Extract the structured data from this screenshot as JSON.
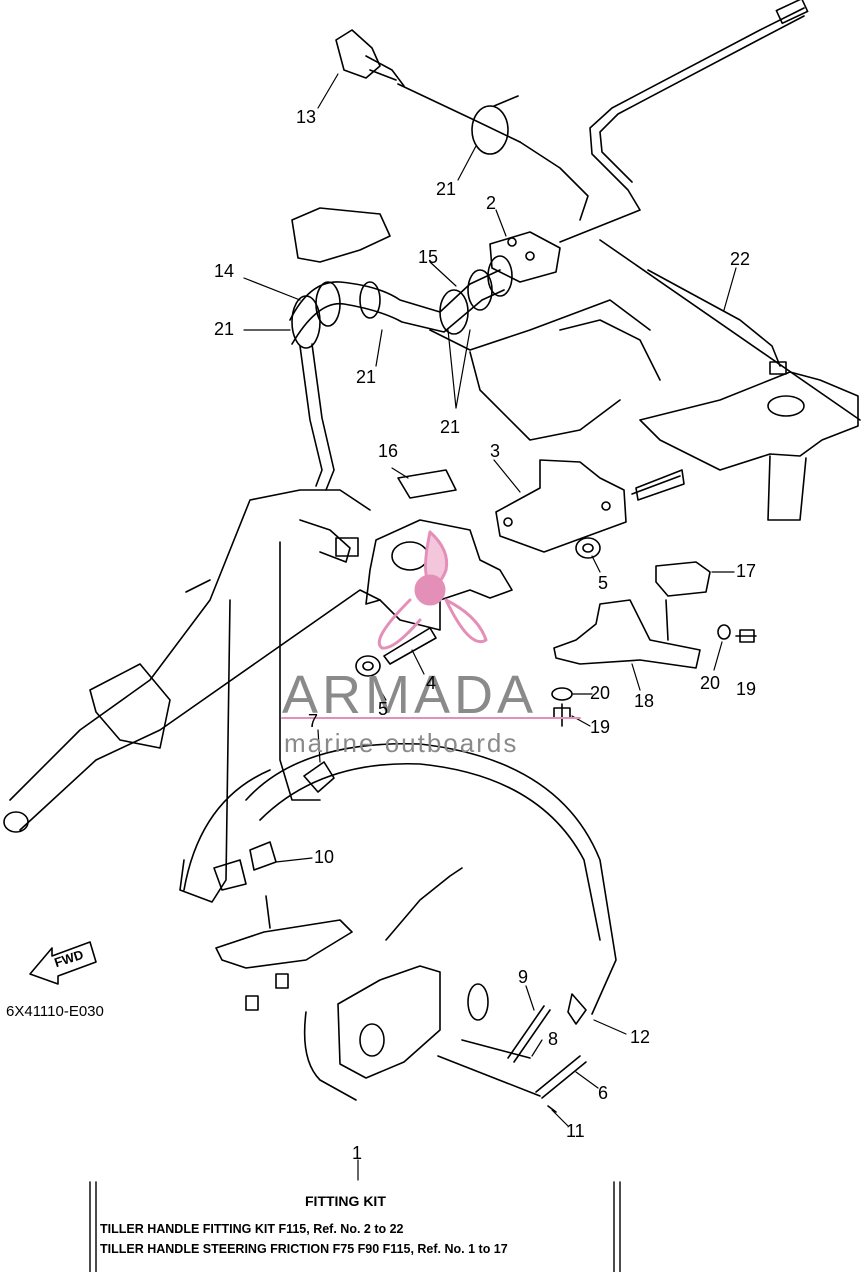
{
  "diagram": {
    "part_code": "6X41110-E030",
    "fwd_label": "FWD",
    "watermark": {
      "brand": "ARMADA",
      "tagline": "marine outboards"
    },
    "callouts": [
      {
        "id": "c13",
        "text": "13"
      },
      {
        "id": "c21a",
        "text": "21"
      },
      {
        "id": "c2",
        "text": "2"
      },
      {
        "id": "c14",
        "text": "14"
      },
      {
        "id": "c15",
        "text": "15"
      },
      {
        "id": "c22",
        "text": "22"
      },
      {
        "id": "c21b",
        "text": "21"
      },
      {
        "id": "c21c",
        "text": "21"
      },
      {
        "id": "c21d",
        "text": "21"
      },
      {
        "id": "c16",
        "text": "16"
      },
      {
        "id": "c3",
        "text": "3"
      },
      {
        "id": "c5a",
        "text": "5"
      },
      {
        "id": "c17",
        "text": "17"
      },
      {
        "id": "c4",
        "text": "4"
      },
      {
        "id": "c5b",
        "text": "5"
      },
      {
        "id": "c20a",
        "text": "20"
      },
      {
        "id": "c20b",
        "text": "20"
      },
      {
        "id": "c19a",
        "text": "19"
      },
      {
        "id": "c18",
        "text": "18"
      },
      {
        "id": "c19b",
        "text": "19"
      },
      {
        "id": "c7",
        "text": "7"
      },
      {
        "id": "c10",
        "text": "10"
      },
      {
        "id": "c9",
        "text": "9"
      },
      {
        "id": "c8",
        "text": "8"
      },
      {
        "id": "c12",
        "text": "12"
      },
      {
        "id": "c6",
        "text": "6"
      },
      {
        "id": "c11",
        "text": "11"
      },
      {
        "id": "c1",
        "text": "1"
      }
    ],
    "kit": {
      "title": "FITTING KIT",
      "lines": [
        "TILLER HANDLE FITTING KIT F115,  Ref. No. 2 to 22",
        "TILLER HANDLE STEERING FRICTION F75 F90 F115,  Ref. No. 1 to 17"
      ]
    },
    "colors": {
      "line": "#000000",
      "watermark_gray": "#8a8a8a",
      "watermark_pink": "#e48fb8"
    }
  }
}
